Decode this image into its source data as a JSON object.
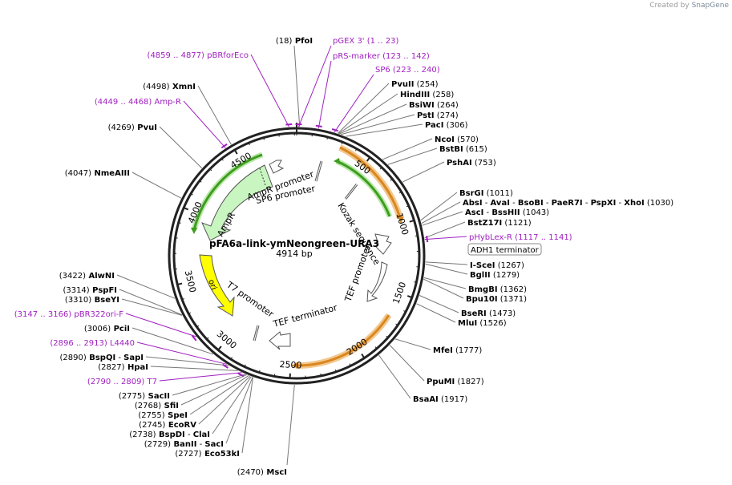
{
  "credit": {
    "prefix": "Created by",
    "brand": "SnapGene"
  },
  "plasmid": {
    "name": "pFA6a-link-ymNeongreen-URA3",
    "length": "4914 bp"
  },
  "ticks": [
    "500",
    "1000",
    "1500",
    "2000",
    "2500",
    "3000",
    "3500",
    "4000",
    "4500"
  ],
  "features": {
    "AmpR_promoter": "AmpR promoter",
    "SP6_promoter": "SP6 promoter",
    "AmpR": "AmpR",
    "ori": "ori",
    "T7_promoter": "T7 promoter",
    "TEF_terminator": "TEF terminator",
    "TEF_promoter": "TEF promoter",
    "Kozak": "Kozak sequence",
    "ADH1": "ADH1 terminator"
  },
  "right_labels": [
    {
      "parts": [
        {
          "t": "PvuII",
          "c": "b"
        },
        {
          "t": "  (254)",
          "c": "p"
        }
      ]
    },
    {
      "parts": [
        {
          "t": "HindIII",
          "c": "b"
        },
        {
          "t": "  (258)",
          "c": "p"
        }
      ]
    },
    {
      "parts": [
        {
          "t": "BsiWI",
          "c": "b"
        },
        {
          "t": "  (264)",
          "c": "p"
        }
      ]
    },
    {
      "parts": [
        {
          "t": "PstI",
          "c": "b"
        },
        {
          "t": "  (274)",
          "c": "p"
        }
      ]
    },
    {
      "parts": [
        {
          "t": "PacI",
          "c": "b"
        },
        {
          "t": "  (306)",
          "c": "p"
        }
      ]
    },
    {
      "parts": [
        {
          "t": "NcoI",
          "c": "b"
        },
        {
          "t": "  (570)",
          "c": "p"
        }
      ]
    },
    {
      "parts": [
        {
          "t": "BstBI",
          "c": "b"
        },
        {
          "t": "  (615)",
          "c": "p"
        }
      ]
    },
    {
      "parts": [
        {
          "t": "PshAI",
          "c": "b"
        },
        {
          "t": "  (753)",
          "c": "p"
        }
      ]
    },
    {
      "parts": [
        {
          "t": "BsrGI",
          "c": "b"
        },
        {
          "t": "  (1011)",
          "c": "p"
        }
      ]
    },
    {
      "parts": [
        {
          "t": "AbsI",
          "c": "b"
        },
        {
          "t": "  - ",
          "c": "p"
        },
        {
          "t": "AvaI",
          "c": "b"
        },
        {
          "t": "  - ",
          "c": "p"
        },
        {
          "t": "BsoBI",
          "c": "b"
        },
        {
          "t": "  - ",
          "c": "p"
        },
        {
          "t": "PaeR7I",
          "c": "b"
        },
        {
          "t": "  - ",
          "c": "p"
        },
        {
          "t": "PspXI",
          "c": "b"
        },
        {
          "t": "  - ",
          "c": "p"
        },
        {
          "t": "XhoI",
          "c": "b"
        },
        {
          "t": "  (1030)",
          "c": "p"
        }
      ]
    },
    {
      "parts": [
        {
          "t": "AscI",
          "c": "b"
        },
        {
          "t": "  - ",
          "c": "p"
        },
        {
          "t": "BssHII",
          "c": "b"
        },
        {
          "t": "  (1043)",
          "c": "p"
        }
      ]
    },
    {
      "parts": [
        {
          "t": "BstZ17I",
          "c": "b"
        },
        {
          "t": "  (1121)",
          "c": "p"
        }
      ]
    },
    {
      "parts": [
        {
          "t": "pHybLex-R",
          "c": "m"
        },
        {
          "t": "   (1117 .. 1141)",
          "c": "m"
        }
      ]
    },
    {
      "parts": [
        {
          "t": "I-SceI",
          "c": "b"
        },
        {
          "t": "  (1267)",
          "c": "p"
        }
      ]
    },
    {
      "parts": [
        {
          "t": "BglII",
          "c": "b"
        },
        {
          "t": "  (1279)",
          "c": "p"
        }
      ]
    },
    {
      "parts": [
        {
          "t": "BmgBI",
          "c": "b"
        },
        {
          "t": "  (1362)",
          "c": "p"
        }
      ]
    },
    {
      "parts": [
        {
          "t": "Bpu10I",
          "c": "b"
        },
        {
          "t": "  (1371)",
          "c": "p"
        }
      ]
    },
    {
      "parts": [
        {
          "t": "BseRI",
          "c": "b"
        },
        {
          "t": "  (1473)",
          "c": "p"
        }
      ]
    },
    {
      "parts": [
        {
          "t": "MluI",
          "c": "b"
        },
        {
          "t": "  (1526)",
          "c": "p"
        }
      ]
    },
    {
      "parts": [
        {
          "t": "MfeI",
          "c": "b"
        },
        {
          "t": "  (1777)",
          "c": "p"
        }
      ]
    },
    {
      "parts": [
        {
          "t": "PpuMI",
          "c": "b"
        },
        {
          "t": "  (1827)",
          "c": "p"
        }
      ]
    },
    {
      "parts": [
        {
          "t": "BsaAI",
          "c": "b"
        },
        {
          "t": "  (1917)",
          "c": "p"
        }
      ]
    }
  ],
  "left_labels": [
    {
      "parts": [
        {
          "t": "(4859 .. 4877)",
          "c": "m"
        },
        {
          "t": "  pBRforEco",
          "c": "m"
        }
      ]
    },
    {
      "parts": [
        {
          "t": "(4498)",
          "c": "p"
        },
        {
          "t": "  XmnI",
          "c": "b"
        }
      ]
    },
    {
      "parts": [
        {
          "t": "(4449 .. 4468)",
          "c": "m"
        },
        {
          "t": "  Amp-R",
          "c": "m"
        }
      ]
    },
    {
      "parts": [
        {
          "t": "(4269)",
          "c": "p"
        },
        {
          "t": "  PvuI",
          "c": "b"
        }
      ]
    },
    {
      "parts": [
        {
          "t": "(4047)",
          "c": "p"
        },
        {
          "t": "  NmeAIII",
          "c": "b"
        }
      ]
    },
    {
      "parts": [
        {
          "t": "(3422)",
          "c": "p"
        },
        {
          "t": "  AlwNI",
          "c": "b"
        }
      ]
    },
    {
      "parts": [
        {
          "t": "(3314)",
          "c": "p"
        },
        {
          "t": "  PspFI",
          "c": "b"
        }
      ]
    },
    {
      "parts": [
        {
          "t": "(3310)",
          "c": "p"
        },
        {
          "t": "  BseYI",
          "c": "b"
        }
      ]
    },
    {
      "parts": [
        {
          "t": "(3147 .. 3166)",
          "c": "m"
        },
        {
          "t": "  pBR322ori-F",
          "c": "m"
        }
      ]
    },
    {
      "parts": [
        {
          "t": "(3006)",
          "c": "p"
        },
        {
          "t": "  PciI",
          "c": "b"
        }
      ]
    },
    {
      "parts": [
        {
          "t": "(2896 .. 2913)",
          "c": "m"
        },
        {
          "t": "  L4440",
          "c": "m"
        }
      ]
    },
    {
      "parts": [
        {
          "t": "(2890)",
          "c": "p"
        },
        {
          "t": "  BspQI",
          "c": "b"
        },
        {
          "t": "  - ",
          "c": "p"
        },
        {
          "t": "SapI",
          "c": "b"
        }
      ]
    },
    {
      "parts": [
        {
          "t": "(2827)",
          "c": "p"
        },
        {
          "t": "  HpaI",
          "c": "b"
        }
      ]
    },
    {
      "parts": [
        {
          "t": "(2790 .. 2809)",
          "c": "m"
        },
        {
          "t": "  T7",
          "c": "m"
        }
      ]
    },
    {
      "parts": [
        {
          "t": "(2775)",
          "c": "p"
        },
        {
          "t": "  SacII",
          "c": "b"
        }
      ]
    },
    {
      "parts": [
        {
          "t": "(2768)",
          "c": "p"
        },
        {
          "t": "  SfiI",
          "c": "b"
        }
      ]
    },
    {
      "parts": [
        {
          "t": "(2755)",
          "c": "p"
        },
        {
          "t": "  SpeI",
          "c": "b"
        }
      ]
    },
    {
      "parts": [
        {
          "t": "(2745)",
          "c": "p"
        },
        {
          "t": "  EcoRV",
          "c": "b"
        }
      ]
    },
    {
      "parts": [
        {
          "t": "(2738)",
          "c": "p"
        },
        {
          "t": "  BspDI",
          "c": "b"
        },
        {
          "t": "  - ",
          "c": "p"
        },
        {
          "t": "ClaI",
          "c": "b"
        }
      ]
    },
    {
      "parts": [
        {
          "t": "(2729)",
          "c": "p"
        },
        {
          "t": "  BanII",
          "c": "b"
        },
        {
          "t": "  - ",
          "c": "p"
        },
        {
          "t": "SacI",
          "c": "b"
        }
      ]
    },
    {
      "parts": [
        {
          "t": "(2727)",
          "c": "p"
        },
        {
          "t": "  Eco53kI",
          "c": "b"
        }
      ]
    }
  ],
  "top_labels": [
    {
      "parts": [
        {
          "t": "(18)",
          "c": "p"
        },
        {
          "t": "  PfoI",
          "c": "b"
        }
      ]
    },
    {
      "parts": [
        {
          "t": "pGEX 3'",
          "c": "m"
        },
        {
          "t": "   (1 .. 23)",
          "c": "m"
        }
      ]
    },
    {
      "parts": [
        {
          "t": "pRS-marker",
          "c": "m"
        },
        {
          "t": "   (123 .. 142)",
          "c": "m"
        }
      ]
    },
    {
      "parts": [
        {
          "t": "SP6",
          "c": "m"
        },
        {
          "t": "   (223 .. 240)",
          "c": "m"
        }
      ]
    }
  ],
  "bottom_labels": [
    {
      "parts": [
        {
          "t": "(2470)",
          "c": "p"
        },
        {
          "t": "  MscI",
          "c": "b"
        }
      ]
    }
  ]
}
